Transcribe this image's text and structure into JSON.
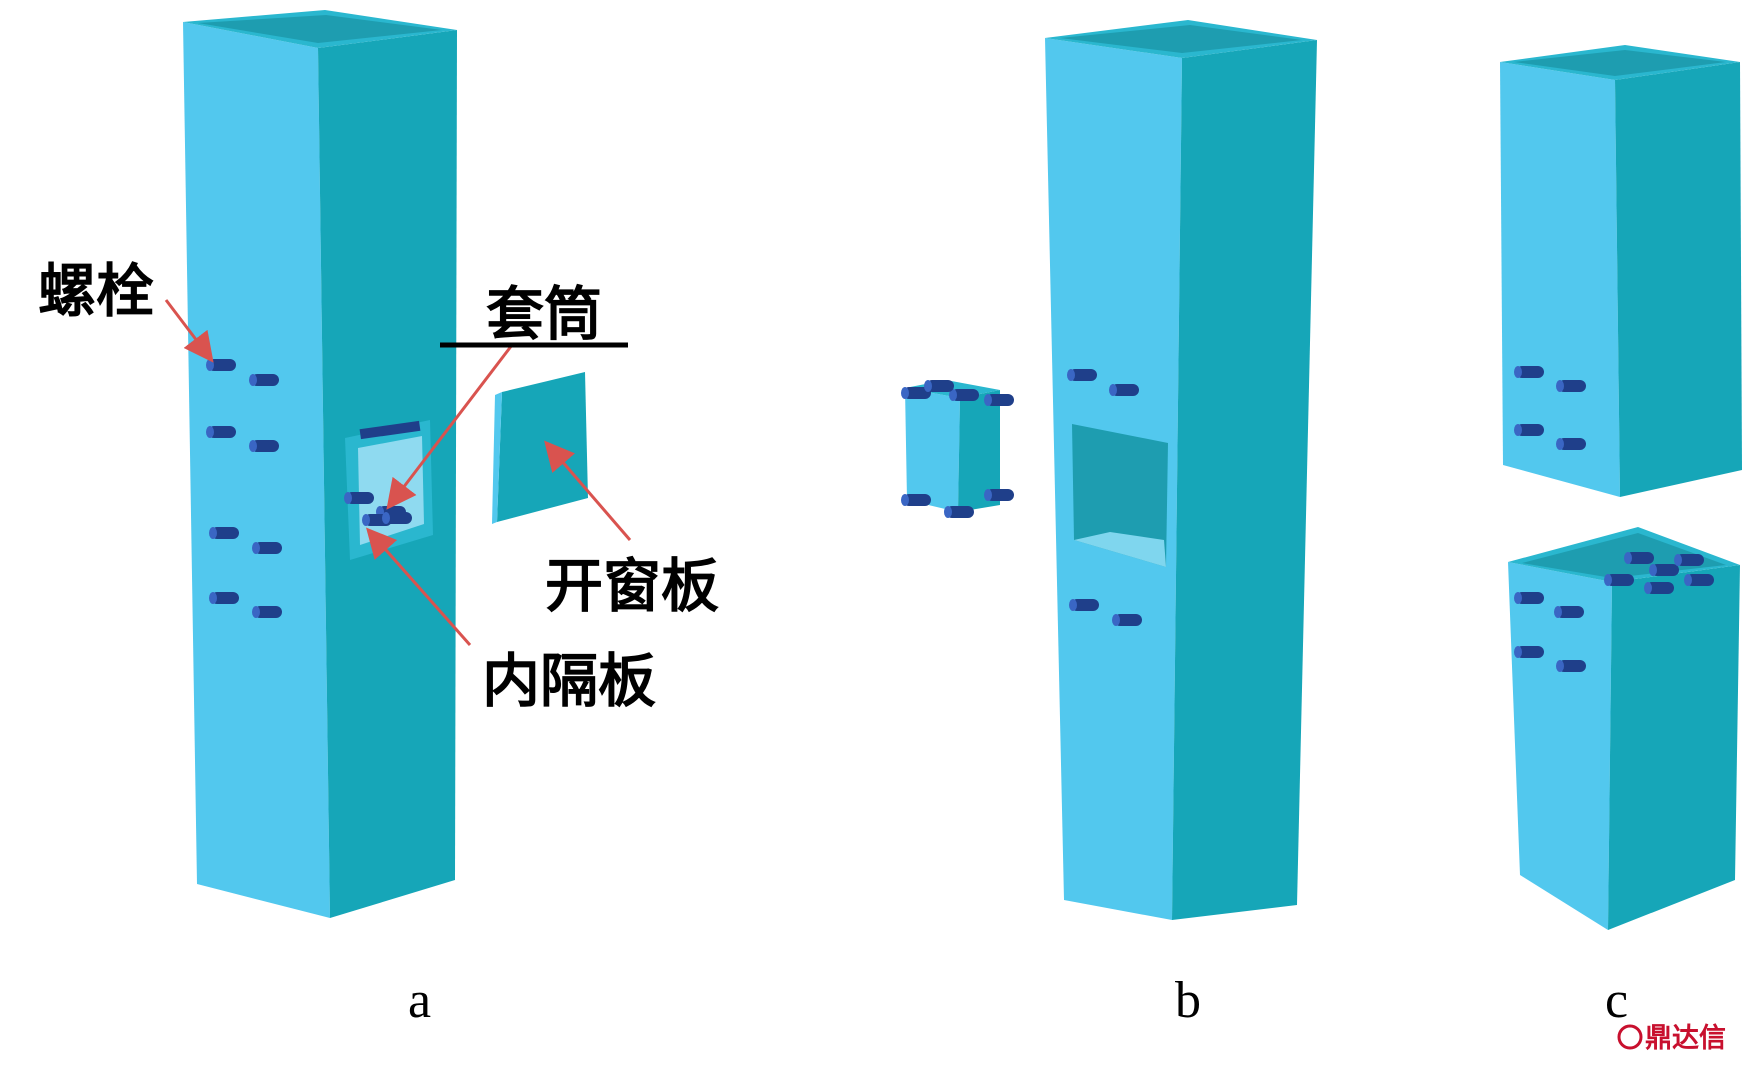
{
  "figure": {
    "subfig_a_label": "a",
    "subfig_b_label": "b",
    "subfig_c_label": "c"
  },
  "callouts": {
    "bolt": "螺栓",
    "sleeve": "套筒",
    "window_plate": "开窗板",
    "inner_diaphragm": "内隔板"
  },
  "watermark": {
    "text": "鼎达信"
  },
  "colors": {
    "front_face": "#52c8ee",
    "side_face": "#16a6b8",
    "top_rim": "#2ab7cf",
    "interior": "#1e9db0",
    "bolt": "#1f3f8a",
    "leader_arrow": "#d9534f",
    "text": "#000000"
  }
}
